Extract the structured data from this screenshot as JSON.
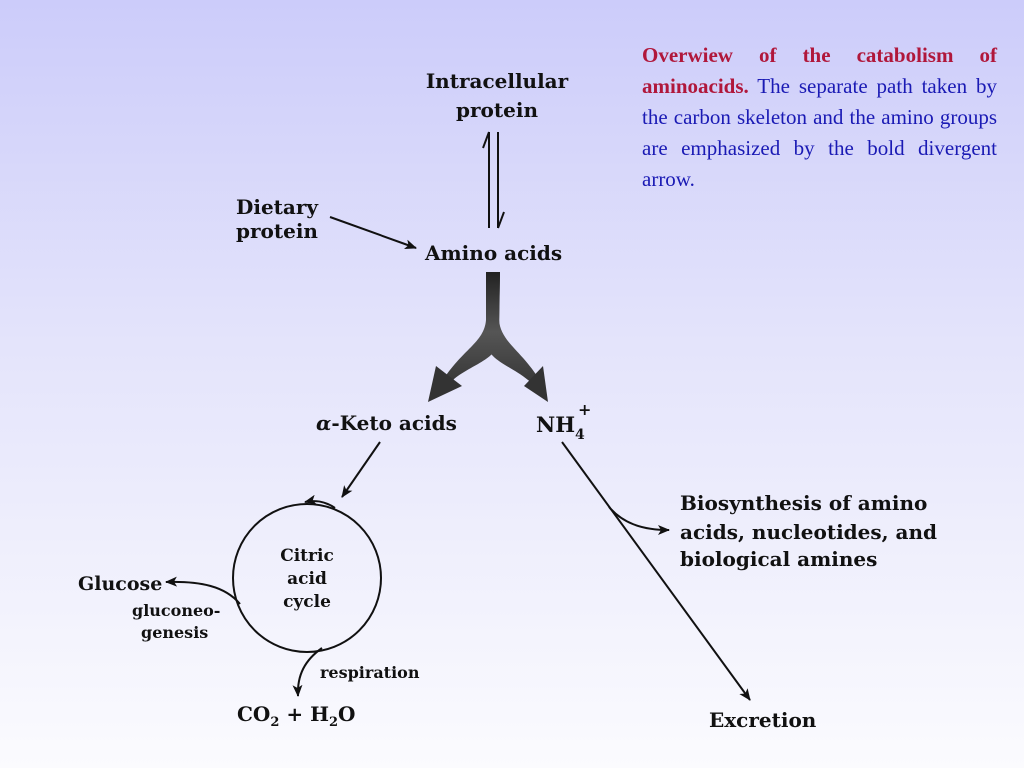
{
  "caption": {
    "title": "Overwiew of the catabolism of aminoacids.",
    "body": "The separate path taken by the carbon skeleton and the amino groups are emphasized by the bold divergent arrow."
  },
  "diagram": {
    "intracellular_line1": "Intracellular",
    "intracellular_line2": "protein",
    "dietary_line1": "Dietary",
    "dietary_line2": "protein",
    "amino_acids": "Amino acids",
    "keto_prefix": "α",
    "keto_rest": "-Keto acids",
    "nh_base": "NH",
    "nh_sub": "4",
    "nh_sup": "+",
    "cycle_line1": "Citric",
    "cycle_line2": "acid",
    "cycle_line3": "cycle",
    "glucose": "Glucose",
    "gluconeo_line1": "gluconeo-",
    "gluconeo_line2": "genesis",
    "respiration": "respiration",
    "co2_c": "CO",
    "co2_sub": "2",
    "plus_h": " + H",
    "h2o_sub": "2",
    "h2o_o": "O",
    "biosynth_line1": "Biosynthesis of amino",
    "biosynth_line2": "acids, nucleotides, and",
    "biosynth_line3": "biological amines",
    "excretion": "Excretion"
  },
  "colors": {
    "caption_title": "#b0173b",
    "caption_body": "#1a1ab4",
    "background_top": "#ccccfa",
    "background_bottom": "#fbfbfe"
  }
}
